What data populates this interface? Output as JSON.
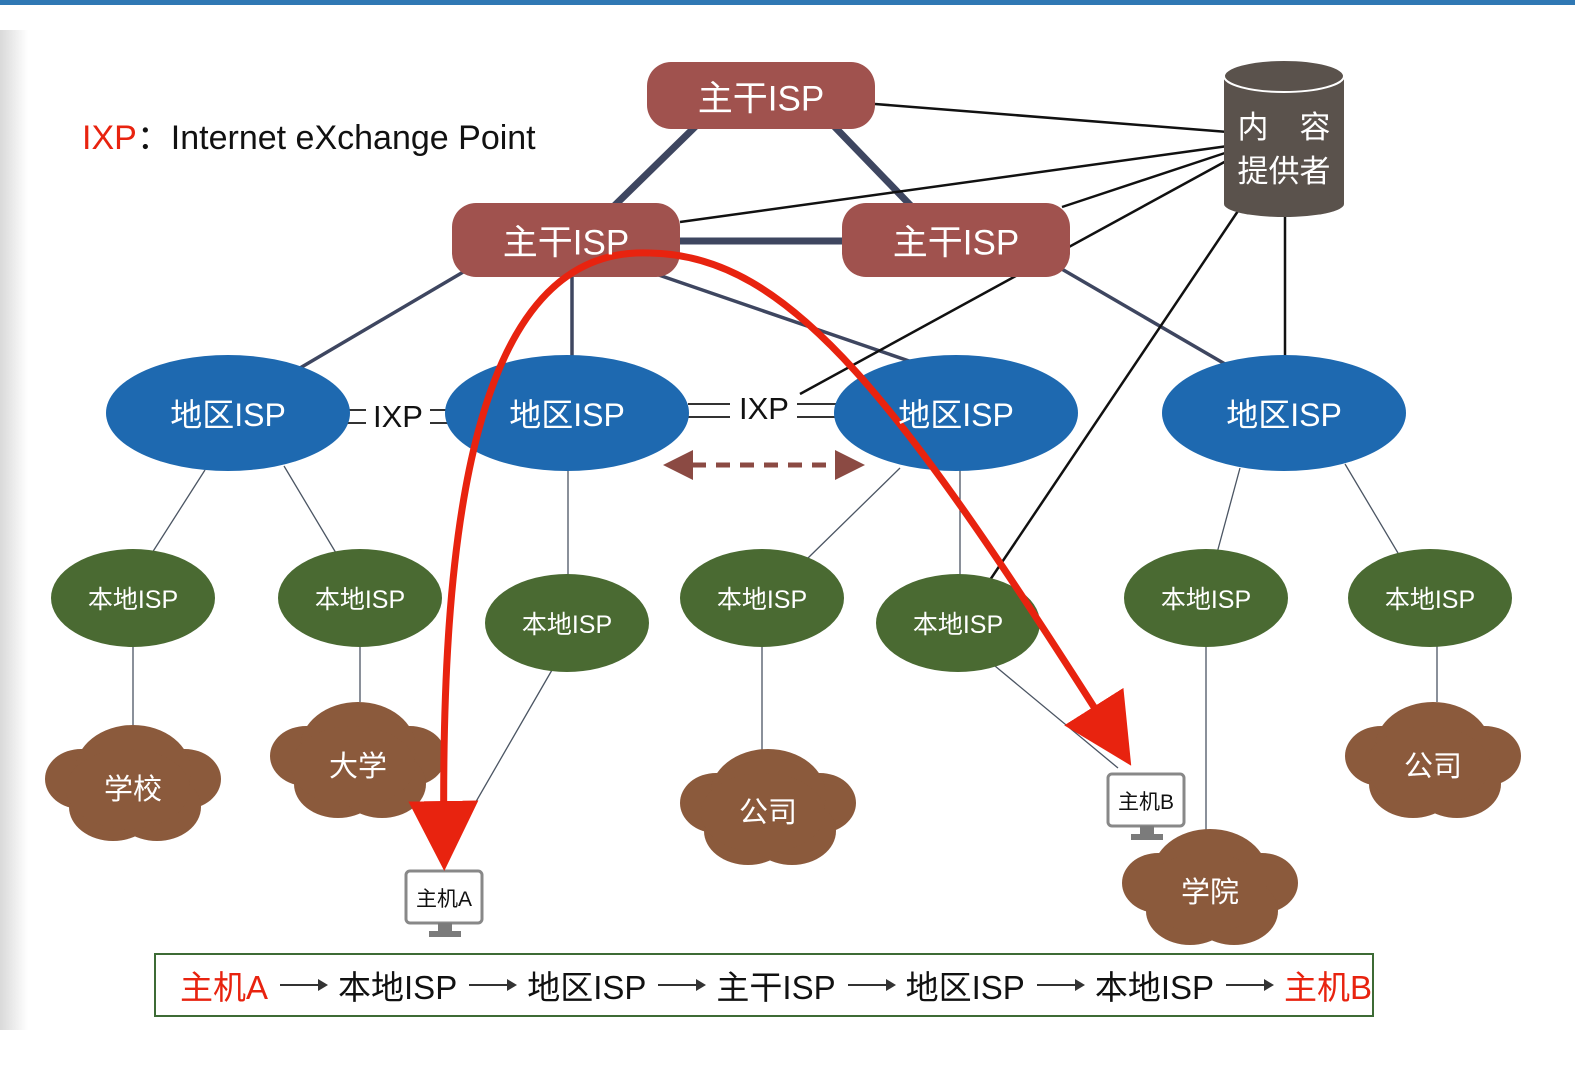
{
  "legend": {
    "abbr": "IXP",
    "text": "：Internet eXchange Point"
  },
  "backbone_isp": [
    "主干ISP",
    "主干ISP",
    "主干ISP"
  ],
  "content_provider": {
    "line1": "内　容",
    "line2": "提供者"
  },
  "regional_isp": [
    "地区ISP",
    "地区ISP",
    "地区ISP",
    "地区ISP"
  ],
  "ixp": [
    "IXP",
    "IXP"
  ],
  "local_isp": [
    "本地ISP",
    "本地ISP",
    "本地ISP",
    "本地ISP",
    "本地ISP",
    "本地ISP",
    "本地ISP"
  ],
  "customers": [
    "学校",
    "大学",
    "公司",
    "学院",
    "公司"
  ],
  "hosts": {
    "a": "主机A",
    "b": "主机B"
  },
  "path": {
    "start": "主机A",
    "hops": [
      "本地ISP",
      "地区ISP",
      "主干ISP",
      "地区ISP",
      "本地ISP"
    ],
    "end": "主机B"
  },
  "colors": {
    "backbone": "#a0524e",
    "regional": "#1e69b0",
    "local": "#4a6a32",
    "cloud": "#8b5a3c",
    "content": "#5a524c",
    "route": "#e8230f",
    "highlight": "#e8230f"
  }
}
